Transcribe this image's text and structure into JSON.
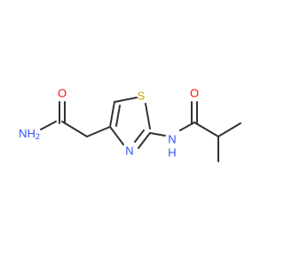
{
  "molecule": {
    "atoms": [
      {
        "id": "nh2",
        "text": "NH",
        "sub": "2",
        "color": "#3050F8"
      },
      {
        "id": "o_amide",
        "text": "O",
        "color": "#FF0D0D"
      },
      {
        "id": "s_ring",
        "text": "S",
        "color": "#C8A800"
      },
      {
        "id": "n_ring",
        "text": "N",
        "color": "#3050F8"
      },
      {
        "id": "n_link",
        "text": "N",
        "color": "#3050F8"
      },
      {
        "id": "h_link",
        "text": "H",
        "color": "#3050F8"
      },
      {
        "id": "o_isobutyl",
        "text": "O",
        "color": "#FF0D0D"
      }
    ],
    "bond_color": "#333333"
  }
}
